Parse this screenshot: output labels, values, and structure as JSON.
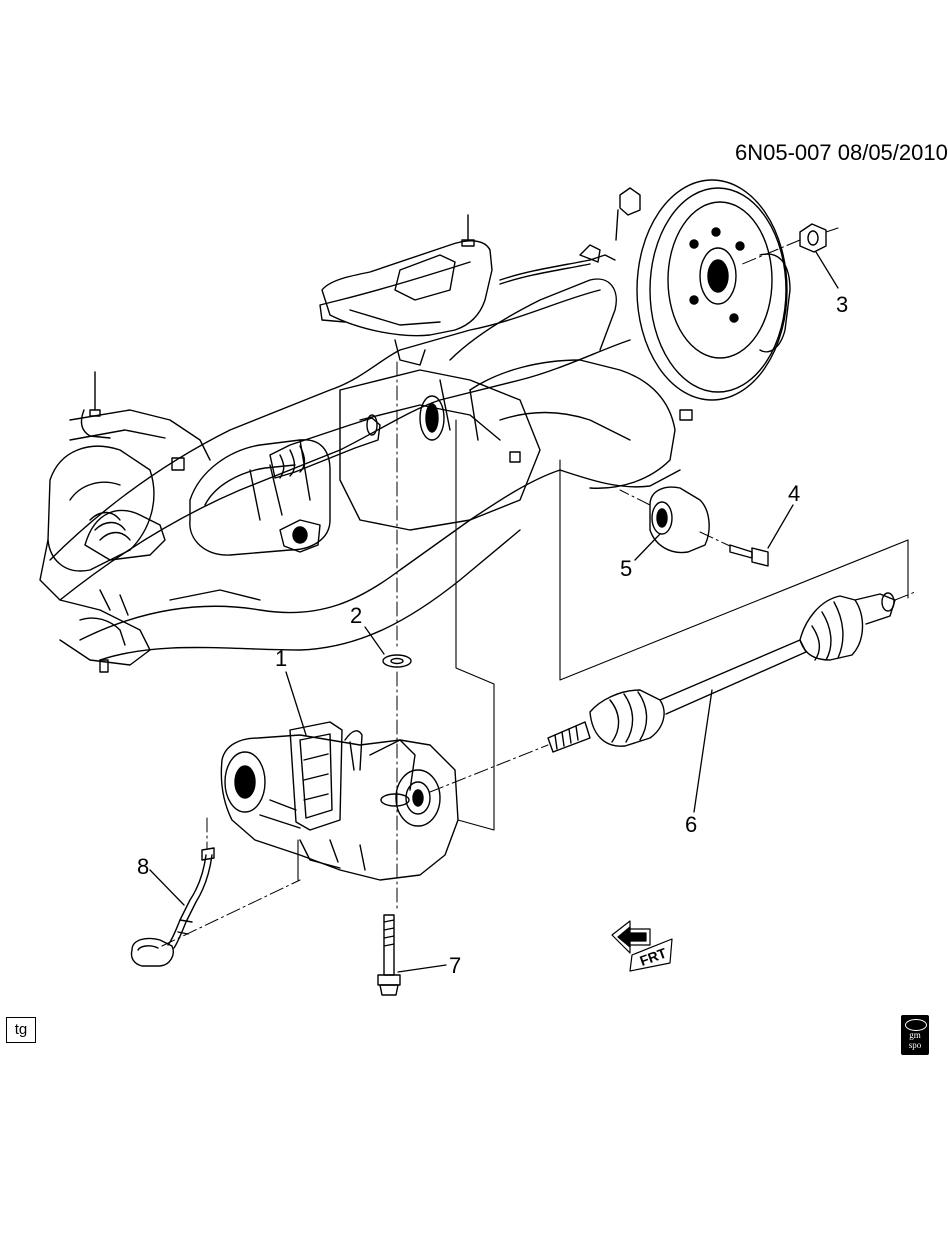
{
  "diagram": {
    "doc_id": "6N05-007  08/05/2010",
    "callouts": [
      {
        "id": "1",
        "text": "1"
      },
      {
        "id": "2",
        "text": "2"
      },
      {
        "id": "3",
        "text": "3"
      },
      {
        "id": "4",
        "text": "4"
      },
      {
        "id": "5",
        "text": "5"
      },
      {
        "id": "6",
        "text": "6"
      },
      {
        "id": "7",
        "text": "7"
      },
      {
        "id": "8",
        "text": "8"
      }
    ],
    "footer_tag": "tg",
    "logo_text": [
      "gm",
      "spo"
    ],
    "front_arrow_text": "FRT"
  }
}
